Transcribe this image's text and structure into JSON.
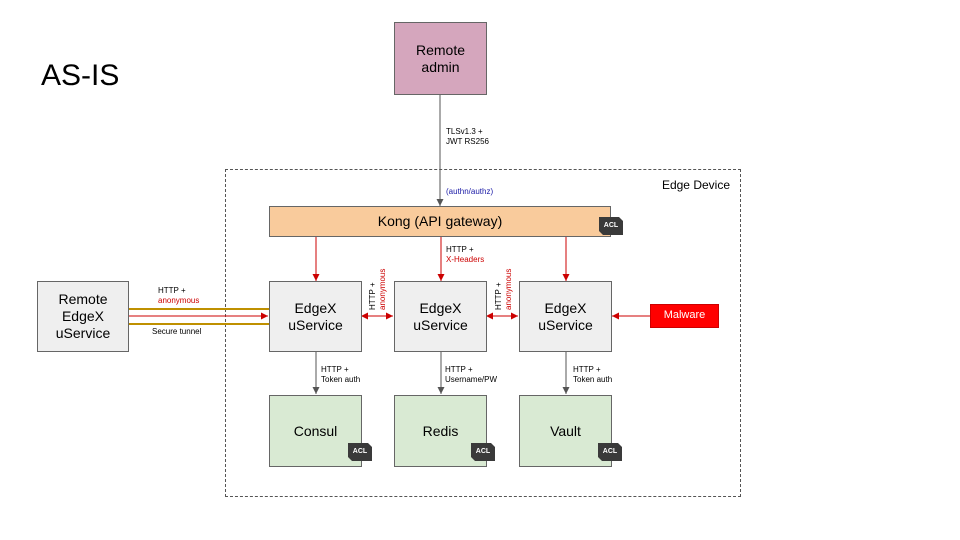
{
  "title": "AS-IS",
  "edge_device_label": "Edge Device",
  "nodes": {
    "remote_admin": "Remote\nadmin",
    "kong": "Kong (API gateway)",
    "remote_service": "Remote\nEdgeX\nuService",
    "svc_left": "EdgeX\nuService",
    "svc_mid": "EdgeX\nuService",
    "svc_right": "EdgeX\nuService",
    "malware": "Malware",
    "consul": "Consul",
    "redis": "Redis",
    "vault": "Vault"
  },
  "acl": "ACL",
  "labels": {
    "admin_line1": "TLSv1.3 +",
    "admin_line2": "JWT RS256",
    "authn": "(authn/authz)",
    "kong_mid_line1": "HTTP +",
    "kong_mid_line2": "X-Headers",
    "remote_line1": "HTTP +",
    "remote_line2": "anonymous",
    "secure_tunnel": "Secure tunnel",
    "lr_line1": "HTTP +",
    "lr_line2": "anonymous",
    "consul_line1": "HTTP +",
    "consul_line2": "Token auth",
    "redis_line1": "HTTP +",
    "redis_line2": "Username/PW",
    "vault_line1": "HTTP +",
    "vault_line2": "Token auth"
  },
  "colors": {
    "service_fill": "#efefef",
    "datastore_fill": "#d9ead3",
    "admin_fill": "#d5a6bd",
    "gateway_fill": "#f9cb9c",
    "malware_fill": "#ff0000",
    "insecure_link": "#cc0000",
    "tunnel": "#bf9000"
  }
}
